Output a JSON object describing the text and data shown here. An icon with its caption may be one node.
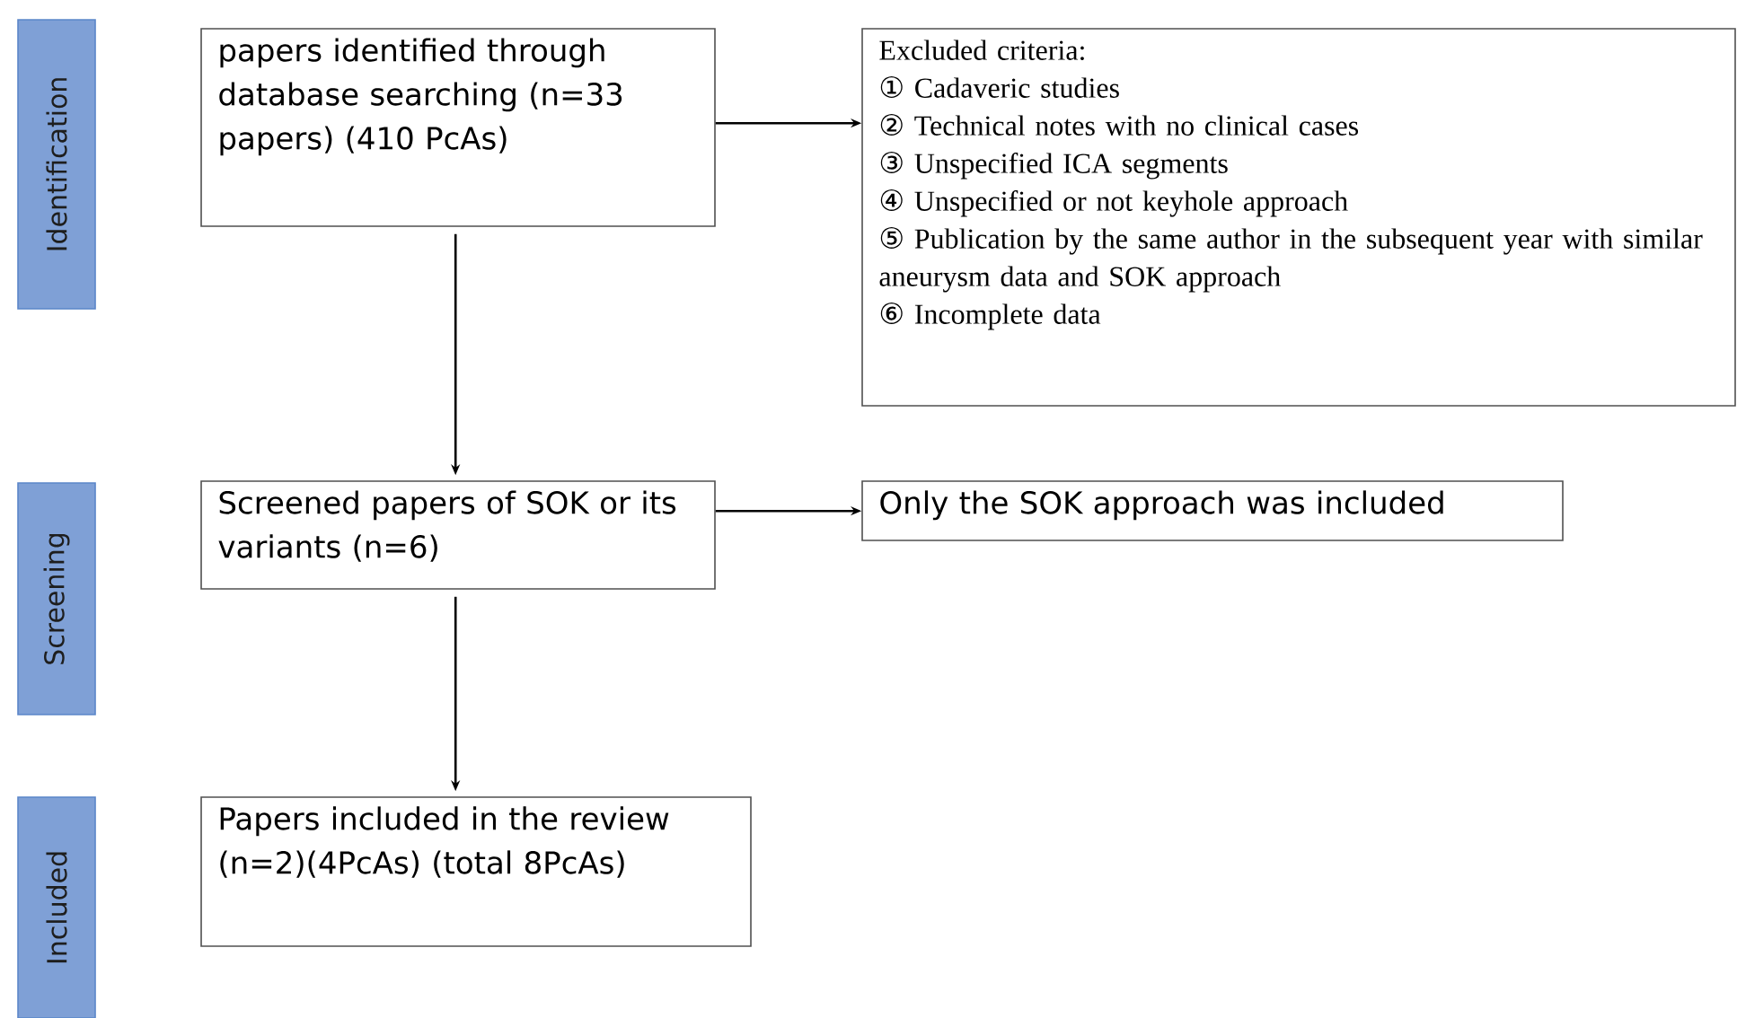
{
  "diagram": {
    "nodes": [
      {
        "text": [
          "Identification"
        ]
      },
      {
        "text": [
          "papers identified through database searching (n=33 papers) (410 PcAs)"
        ]
      },
      {
        "text": [
          "Excluded criteria:",
          "① Cadaveric studies",
          "② Technical notes with no clinical cases",
          "③ Unspecified ICA segments",
          "④ Unspecified or not keyhole approach",
          "⑤ Publication by the same author in the subsequent year with similar aneurysm data and SOK approach",
          "⑥ Incomplete data"
        ]
      },
      {
        "text": [
          "Screening"
        ]
      },
      {
        "text": [
          "Screened papers of SOK or its variants (n=6)"
        ]
      },
      {
        "text": [
          "Only the SOK approach was included"
        ]
      },
      {
        "text": [
          "Included"
        ]
      },
      {
        "text": [
          "Papers included in the review (n=2)(4PcAs) (total 8PcAs)"
        ]
      }
    ],
    "edges": [
      {
        "from": 1,
        "to": 2,
        "arrow": "to"
      },
      {
        "from": 1,
        "to": 4,
        "arrow": "to"
      },
      {
        "from": 4,
        "to": 5,
        "arrow": "to"
      },
      {
        "from": 4,
        "to": 7,
        "arrow": "to"
      }
    ]
  }
}
